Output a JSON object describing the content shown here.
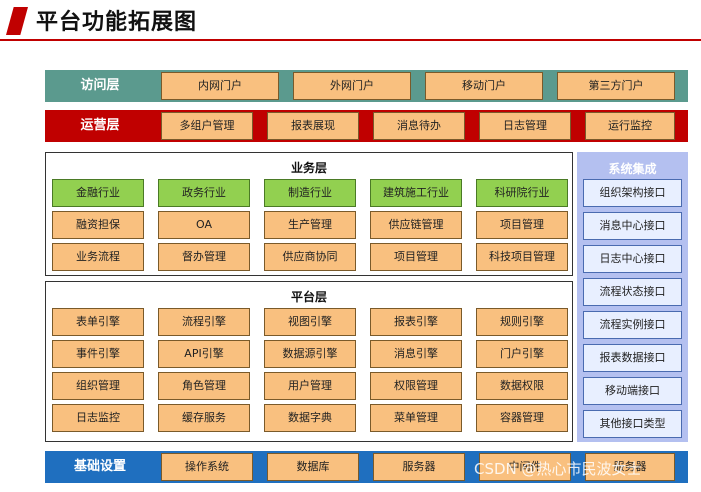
{
  "title": "平台功能拓展图",
  "access_layer": {
    "label": "访问层",
    "items": [
      "内网门户",
      "外网门户",
      "移动门户",
      "第三方门户"
    ]
  },
  "ops_layer": {
    "label": "运营层",
    "items": [
      "多组户管理",
      "报表展现",
      "消息待办",
      "日志管理",
      "运行监控"
    ]
  },
  "business_layer": {
    "label": "业务层",
    "industries": [
      "金融行业",
      "政务行业",
      "制造行业",
      "建筑施工行业",
      "科研院行业"
    ],
    "row2": [
      "融资担保",
      "OA",
      "生产管理",
      "供应链管理",
      "项目管理"
    ],
    "row3": [
      "业务流程",
      "督办管理",
      "供应商协同",
      "项目管理",
      "科技项目管理"
    ]
  },
  "platform_layer": {
    "label": "平台层",
    "rows": [
      [
        "表单引擎",
        "流程引擎",
        "视图引擎",
        "报表引擎",
        "规则引擎"
      ],
      [
        "事件引擎",
        "API引擎",
        "数据源引擎",
        "消息引擎",
        "门户引擎"
      ],
      [
        "组织管理",
        "角色管理",
        "用户管理",
        "权限管理",
        "数据权限"
      ],
      [
        "日志监控",
        "缓存服务",
        "数据字典",
        "菜单管理",
        "容器管理"
      ]
    ]
  },
  "system_integration": {
    "label": "系统集成",
    "items": [
      "组织架构接口",
      "消息中心接口",
      "日志中心接口",
      "流程状态接口",
      "流程实例接口",
      "报表数据接口",
      "移动端接口",
      "其他接口类型"
    ]
  },
  "infra_layer": {
    "label": "基础设置",
    "items": [
      "操作系统",
      "数据库",
      "服务器",
      "中间件",
      "服务器"
    ]
  },
  "watermark": "CSDN @热心市民波女士",
  "colors": {
    "title_accent": "#c00000",
    "access": "#5b9a8e",
    "ops": "#c00000",
    "infra": "#1f6fbf",
    "cell": "#f9c07f",
    "industry": "#92d050",
    "integration": "#b4c0f0"
  }
}
